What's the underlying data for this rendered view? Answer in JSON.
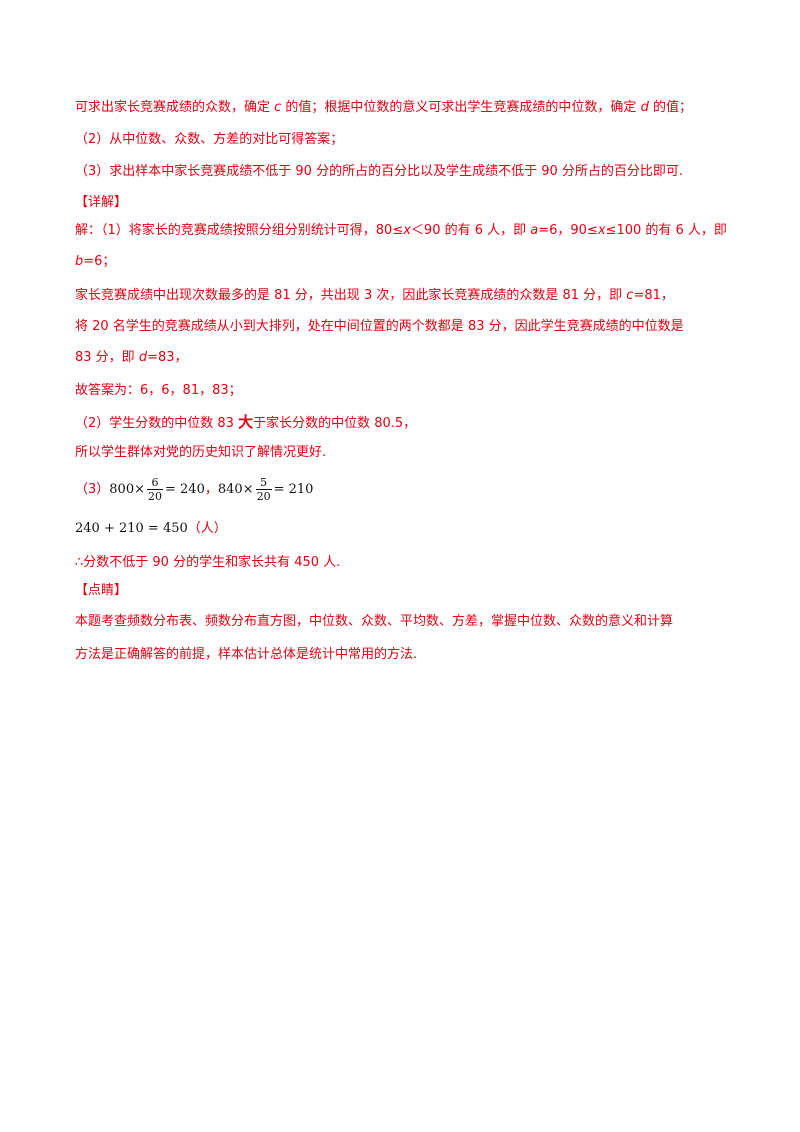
{
  "lines": {
    "l1": {
      "a": "可求出家长竞赛成绩的众数，确定 ",
      "c": "c",
      "b": " 的值；根据中位数的意义可求出学生竞赛成绩的中位数，确定 ",
      "d": "d",
      "e": " 的值；"
    },
    "l2": "（2）从中位数、众数、方差的对比可得答案；",
    "l3": "（3）求出样本中家长竞赛成绩不低于 90 分的所占的百分比以及学生成绩不低于 90 分所占的百分比即可.",
    "l4": "【详解】",
    "l5": {
      "a": "解：（1）将家长的竞赛成绩按照分组分别统计可得，80≤",
      "x1": "x",
      "b": "＜90 的有 6 人，即 ",
      "av": "a",
      "c": "=6，90≤",
      "x2": "x",
      "d": "≤100 的有 6 人，即"
    },
    "l6": {
      "bv": "b",
      "a": "=6；"
    },
    "l7": {
      "a": "家长竞赛成绩中出现次数最多的是 81 分，共出现 3 次，因此家长竞赛成绩的众数是 81 分，即 ",
      "cv": "c",
      "b": "=81，"
    },
    "l8": "将 20 名学生的竞赛成绩从小到大排列，处在中间位置的两个数都是 83 分，因此学生竞赛成绩的中位数是",
    "l9": {
      "a": "83 分，即 ",
      "dv": "d",
      "b": "=83，"
    },
    "l10": "故答案为：6，6，81，83；",
    "l11": {
      "a": "（2）学生分数的中位数 83 ",
      "big": "大",
      "b": "于家长分数的中位数 80.5，"
    },
    "l12": "所以学生群体对党的历史知识了解情况更好.",
    "l13": {
      "label": "（3）",
      "m1a": "800×",
      "f1n": "6",
      "f1d": "20",
      "m1b": "= 240",
      "sep": "，",
      "m2a": "840×",
      "f2n": "5",
      "f2d": "20",
      "m2b": "= 210"
    },
    "l14": {
      "m": "240 + 210 = 450",
      "unit": "（人）"
    },
    "l15": "∴分数不低于 90 分的学生和家长共有 450 人.",
    "l16": "【点睛】",
    "l17": "本题考查频数分布表、频数分布直方图，中位数、众数、平均数、方差，掌握中位数、众数的意义和计算",
    "l18": "方法是正确解答的前提，样本估计总体是统计中常用的方法."
  }
}
